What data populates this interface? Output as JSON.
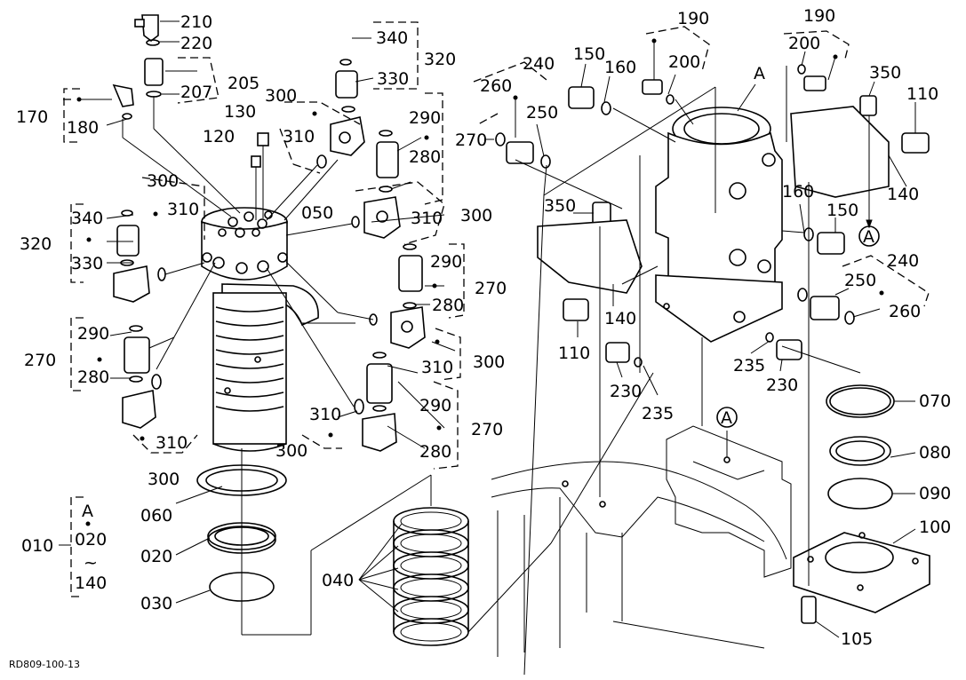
{
  "diagram_ref": "RD809-100-13",
  "view_marker": "A",
  "group_010": {
    "label": "010",
    "top": "A",
    "start": "020",
    "range_symbol": "~",
    "end": "140"
  },
  "callouts": {
    "c210": "210",
    "c220": "220",
    "c207": "207",
    "c205": "205",
    "c170": "170",
    "c180": "180",
    "c340a": "340",
    "c320a": "320",
    "c330a": "330",
    "c300a": "300",
    "c130": "130",
    "c310a": "310",
    "c120": "120",
    "c290a": "290",
    "c270a": "270",
    "c280a": "280",
    "c300b": "300",
    "c310b": "310",
    "c050": "050",
    "c310c": "310",
    "c300c": "300",
    "c340b": "340",
    "c320b": "320",
    "c330b": "330",
    "c290b": "290",
    "c270b": "270",
    "c280b": "280",
    "c290c": "290",
    "c270c": "270",
    "c280c": "280",
    "c310d": "310",
    "c300d": "300",
    "c310e": "310",
    "c300e": "300",
    "c290d": "290",
    "c270d": "270",
    "c280d": "280",
    "c310f": "310",
    "c300f": "300",
    "c060": "060",
    "c020": "020",
    "c030": "030",
    "c040": "040",
    "c240a": "240",
    "c260a": "260",
    "c250a": "250",
    "c150a": "150",
    "c160a": "160",
    "c190a": "190",
    "c200a": "200",
    "cA_top": "A",
    "c190b": "190",
    "c200b": "200",
    "c350a": "350",
    "c110a": "110",
    "c140a": "140",
    "c160b": "160",
    "c150b": "150",
    "cA_arrow": "A",
    "c240b": "240",
    "c250b": "250",
    "c260b": "260",
    "c350b": "350",
    "c140b": "140",
    "c110b": "110",
    "c235a": "235",
    "c230a": "230",
    "c230b": "230",
    "c235b": "235",
    "cA_frame": "A",
    "c070": "070",
    "c080": "080",
    "c090": "090",
    "c100": "100",
    "c105": "105"
  }
}
